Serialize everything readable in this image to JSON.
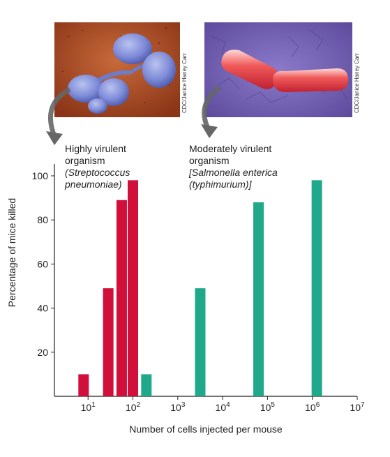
{
  "images": {
    "left": {
      "subject": "Streptococcus pneumoniae micrograph",
      "credit": "CDC/Janice Haney Carr"
    },
    "right": {
      "subject": "Salmonella enterica micrograph",
      "credit": "CDC/Janice Haney Carr"
    }
  },
  "annotations": {
    "virulent": {
      "line1": "Highly virulent",
      "line2": "organism",
      "line3": "(Streptococcus",
      "line4": "pneumoniae)"
    },
    "moderate": {
      "line1": "Moderately virulent",
      "line2": "organism",
      "line3": "[Salmonella enterica",
      "line4": "(typhimurium)]"
    }
  },
  "chart_data": {
    "type": "bar",
    "xlabel": "Number of cells injected per mouse",
    "ylabel": "Percentage of mice killed",
    "x_scale": "log10",
    "x_ticks": [
      1,
      2,
      3,
      4,
      5,
      6,
      7
    ],
    "y_ticks": [
      20,
      40,
      60,
      80,
      100
    ],
    "ylim": [
      0,
      100
    ],
    "xlim_log10": [
      0.25,
      7
    ],
    "grid": false,
    "colors": {
      "virulent": "#d0103a",
      "moderate": "#1fa98a"
    },
    "series": [
      {
        "key": "virulent",
        "values": [
          {
            "x_log10": 0.9,
            "y": 10
          },
          {
            "x_log10": 1.45,
            "y": 49
          },
          {
            "x_log10": 1.75,
            "y": 89
          },
          {
            "x_log10": 2.0,
            "y": 98
          }
        ]
      },
      {
        "key": "moderate",
        "values": [
          {
            "x_log10": 2.3,
            "y": 10
          },
          {
            "x_log10": 3.5,
            "y": 49
          },
          {
            "x_log10": 4.8,
            "y": 88
          },
          {
            "x_log10": 6.1,
            "y": 98
          }
        ]
      }
    ]
  }
}
